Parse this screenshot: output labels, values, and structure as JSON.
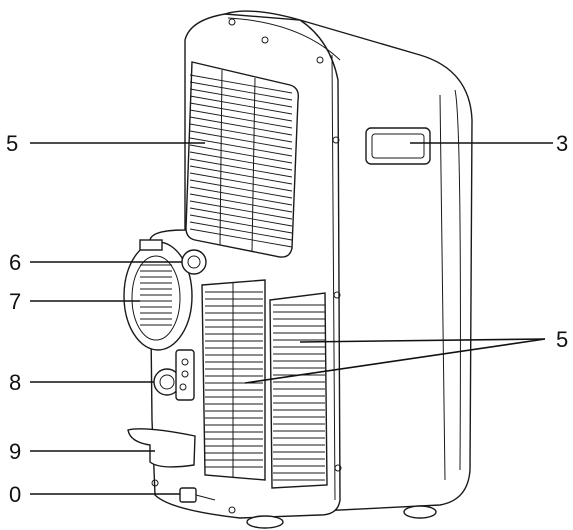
{
  "callouts": {
    "grille_upper": "5",
    "handle": "3",
    "outlet_top": "6",
    "exhaust_port": "7",
    "drain_port": "8",
    "plate": "9",
    "cord": "0",
    "grille_lower": "5"
  },
  "colors": {
    "line": "#1a1a1a",
    "fill": "#ffffff",
    "shade": "#d9d9d9"
  }
}
